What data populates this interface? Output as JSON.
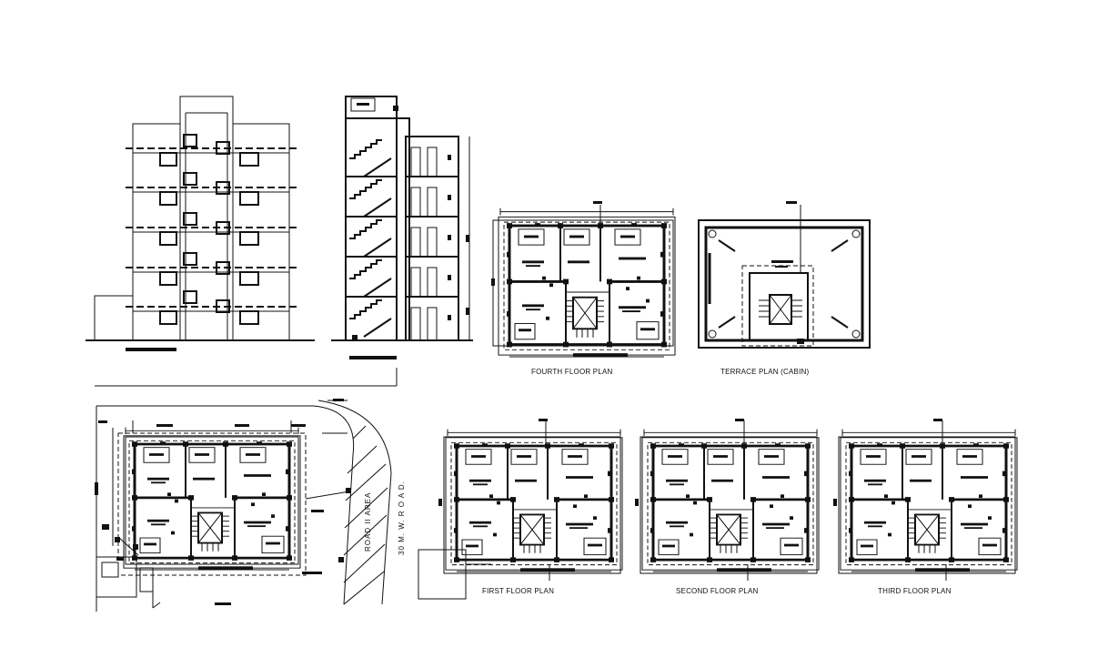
{
  "drawing": {
    "labels": {
      "fourth_floor": "FOURTH FLOOR PLAN",
      "terrace": "TERRACE PLAN (CABIN)",
      "first_floor": "FIRST FLOOR PLAN",
      "second_floor": "SECOND FLOOR PLAN",
      "third_floor": "THIRD FLOOR PLAN",
      "road_area": "ROAD II AREA",
      "road_name": "30 M. W. R O A D."
    }
  }
}
